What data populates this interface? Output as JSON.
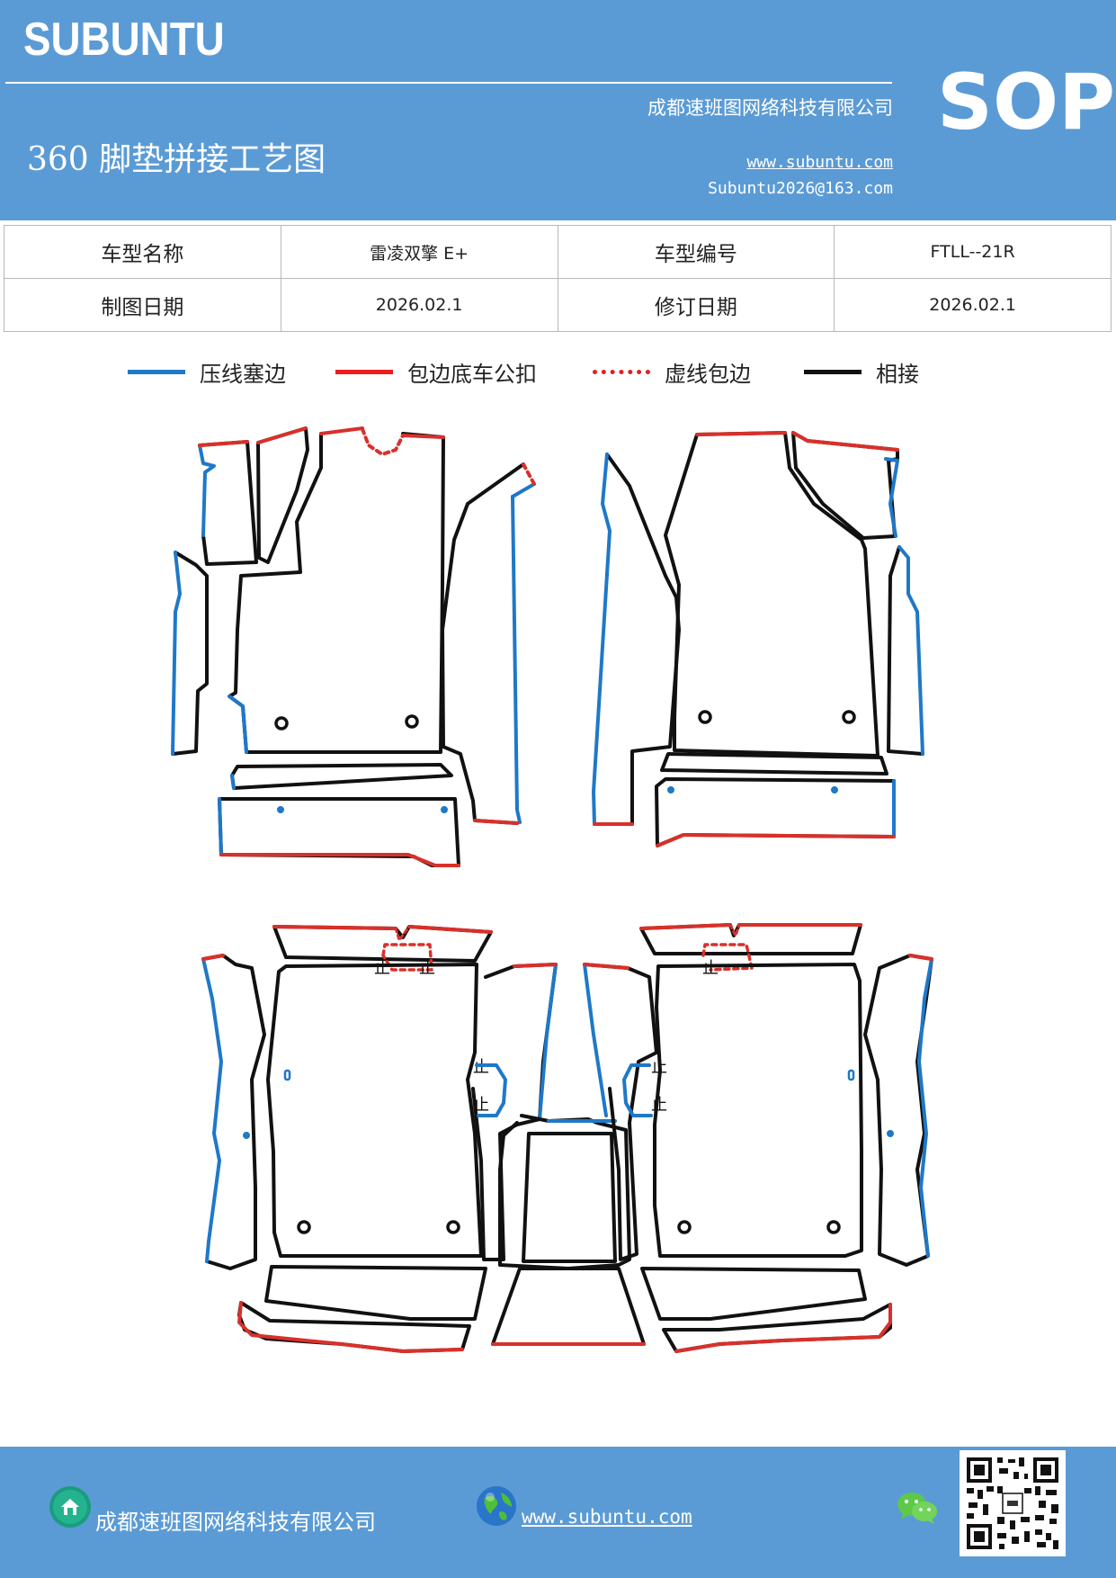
{
  "header": {
    "brand": "SUBUNTU",
    "title": "360 脚垫拼接工艺图",
    "company": "成都速班图网络科技有限公司",
    "website": "www.subuntu.com",
    "email": "Subuntu2026@163.com",
    "doc_type": "SOP"
  },
  "info_table": {
    "model_name_label": "车型名称",
    "model_name_value": "雷凌双擎 E+",
    "model_code_label": "车型编号",
    "model_code_value": "FTLL--21R",
    "draw_date_label": "制图日期",
    "draw_date_value": "2026.02.1",
    "revise_date_label": "修订日期",
    "revise_date_value": "2026.02.1"
  },
  "legend": [
    {
      "label": "压线塞边",
      "color": "#1f78c8",
      "style": "solid"
    },
    {
      "label": "包边底车公扣",
      "color": "#ee1c1c",
      "style": "solid"
    },
    {
      "label": "虚线包边",
      "color": "#e02020",
      "style": "dotted"
    },
    {
      "label": "相接",
      "color": "#111111",
      "style": "solid"
    }
  ],
  "colors": {
    "brand_blue": "#5b9bd5",
    "blue_line": "#1f78c8",
    "red_line": "#d9302a",
    "black_line": "#111111"
  },
  "footer": {
    "company": "成都速班图网络科技有限公司",
    "website": "www.subuntu.com",
    "icons": [
      "home-icon",
      "globe-icon",
      "wechat-icon",
      "qr-code"
    ]
  }
}
